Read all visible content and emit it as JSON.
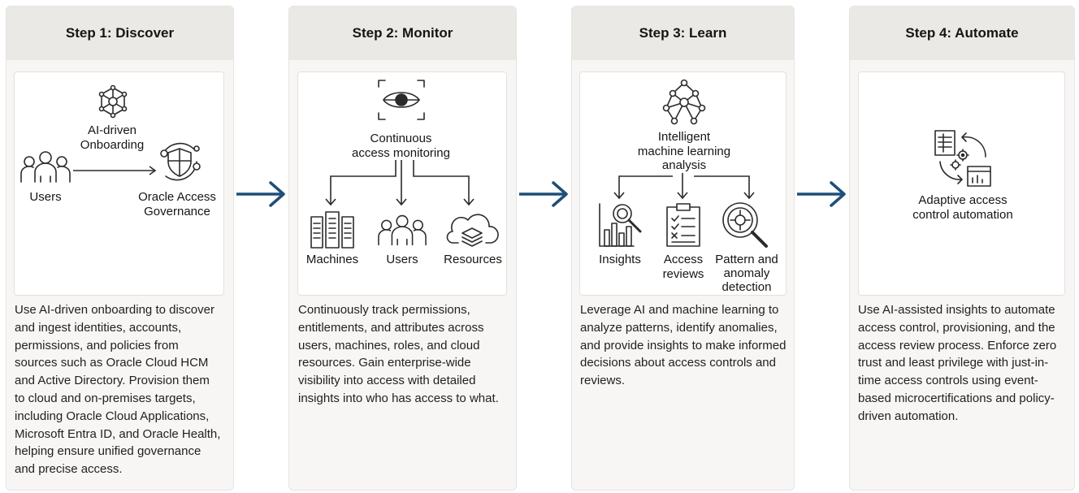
{
  "colors": {
    "accent_arrow": "#1f4e79",
    "card_bg": "#f7f6f5",
    "header_bg": "#ebe9e6"
  },
  "steps": [
    {
      "title": "Step 1: Discover",
      "labels": {
        "onboarding": "AI-driven\nOnboarding",
        "users": "Users",
        "governance": "Oracle Access\nGovernance"
      },
      "description": "Use AI-driven onboarding to discover and ingest identities, accounts, permissions, and policies from sources such as Oracle Cloud HCM and Active Directory. Provision them to cloud and on-premises targets, including Oracle Cloud Applications, Microsoft Entra ID, and Oracle Health, helping ensure unified governance and precise access."
    },
    {
      "title": "Step 2: Monitor",
      "labels": {
        "monitoring": "Continuous\naccess monitoring",
        "machines": "Machines",
        "users": "Users",
        "resources": "Resources"
      },
      "description": "Continuously track permissions, entitlements, and attributes across users, machines, roles, and cloud resources. Gain enterprise-wide visibility into access with detailed insights into who has access to what."
    },
    {
      "title": "Step 3: Learn",
      "labels": {
        "analysis": "Intelligent\nmachine learning\nanalysis",
        "insights": "Insights",
        "reviews": "Access\nreviews",
        "pattern": "Pattern and\nanomaly\ndetection"
      },
      "description": "Leverage AI and machine learning to analyze patterns, identify anomalies, and provide insights to make informed decisions about access controls and reviews."
    },
    {
      "title": "Step 4: Automate",
      "labels": {
        "automation": "Adaptive access\ncontrol automation"
      },
      "description": "Use AI-assisted insights to automate access control, provisioning, and the access review process. Enforce zero trust and least privilege with just-in-time access controls using event-based microcertifications and policy-driven automation."
    }
  ],
  "icons": [
    "network-node-icon",
    "users-group-icon",
    "shield-gear-icon",
    "eye-scan-icon",
    "server-rack-icon",
    "cloud-stack-icon",
    "neural-network-icon",
    "chart-magnifier-icon",
    "checklist-icon",
    "target-magnifier-icon",
    "automation-cycle-icon"
  ]
}
